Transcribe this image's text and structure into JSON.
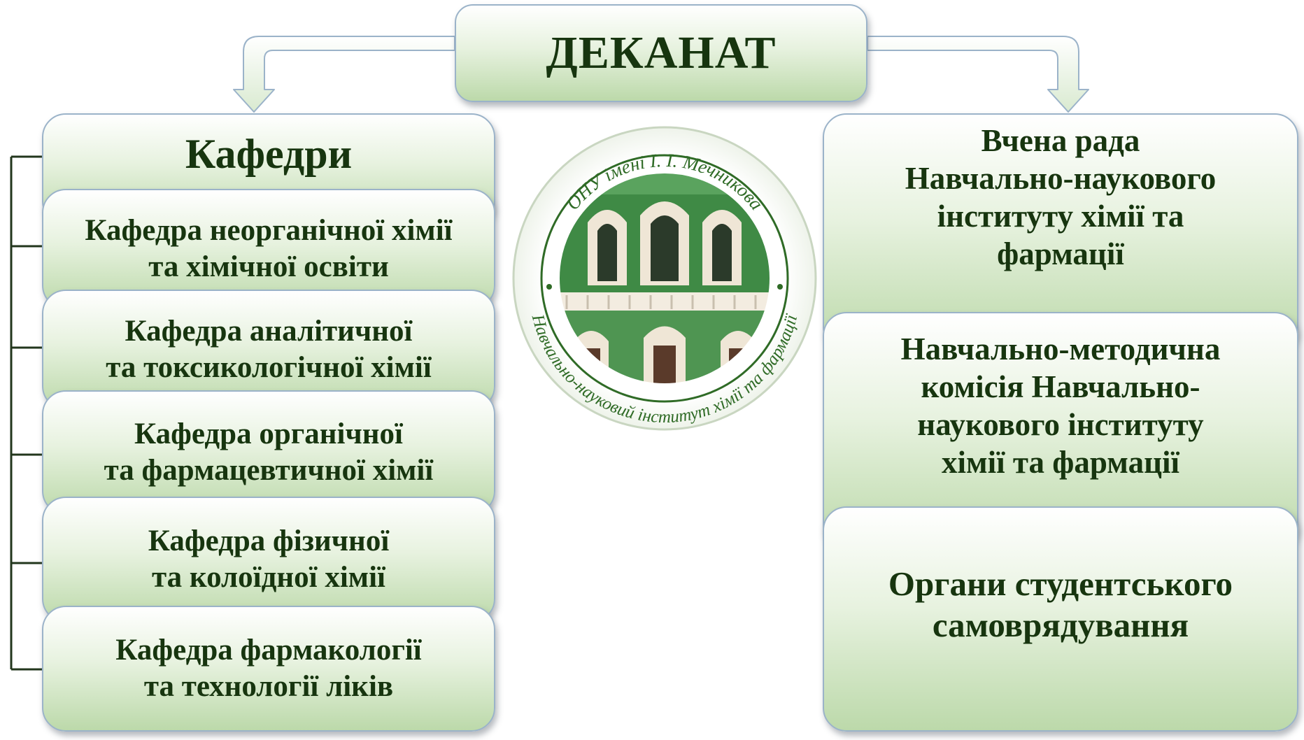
{
  "dekanat": {
    "title": "ДЕКАНАТ"
  },
  "kafedry": {
    "title": "Кафедри",
    "items": [
      {
        "label": "Кафедра неорганічної хімії\nта хімічної освіти"
      },
      {
        "label": "Кафедра аналітичної\nта токсикологічної хімії"
      },
      {
        "label": "Кафедра органічної\nта фармацевтичної хімії"
      },
      {
        "label": "Кафедра фізичної\nта колоїдної хімії"
      },
      {
        "label": "Кафедра фармакології\nта технології ліків"
      }
    ]
  },
  "right": {
    "items": [
      {
        "label": "Вчена рада\nНавчально-наукового\nінституту хімії та\nфармації"
      },
      {
        "label": "Навчально-методична\nкомісія Навчально-\nнаукового інституту\nхімії та фармації"
      },
      {
        "label": "Органи студентського\nсамоврядування"
      }
    ]
  },
  "logo": {
    "top_text": "ОНУ імені І. І. Мечникова",
    "bottom_text": "Навчально-науковий інститут хімії та фармації",
    "colors": {
      "ring": "#2f6b26",
      "facade": "#3f8a45",
      "stone": "#efe6d6"
    }
  },
  "colors": {
    "text": "#17350f",
    "box_border": "#9bb3c9",
    "box_bottom": "#bcd9aa",
    "bracket": "#22361c"
  }
}
